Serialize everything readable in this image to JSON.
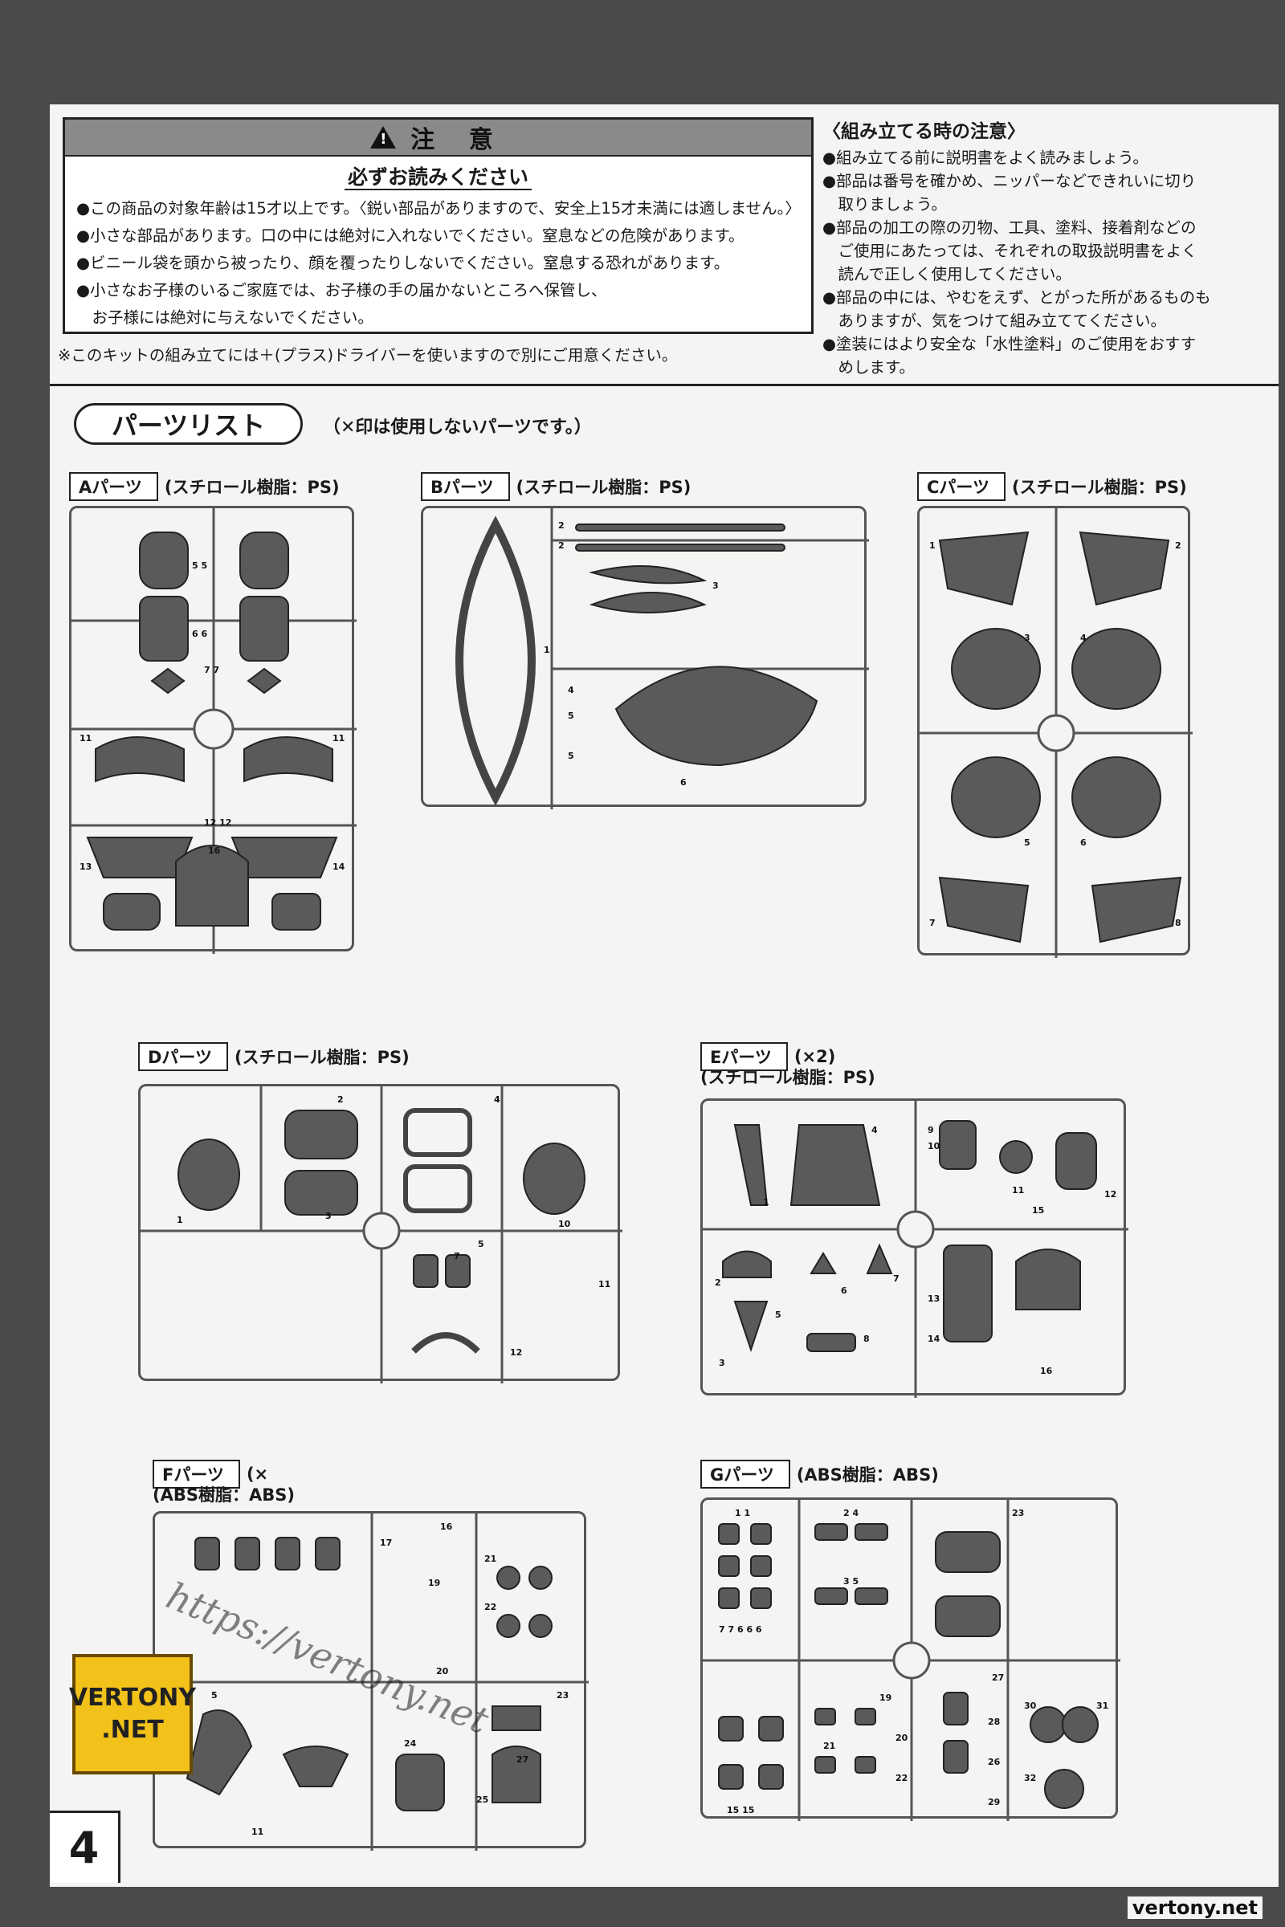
{
  "caution": {
    "title": "注 意",
    "subtitle": "必ずお読みください",
    "lines": [
      "●この商品の対象年齢は15才以上です。〈鋭い部品がありますので、安全上15才未満には適しません。〉",
      "●小さな部品があります。口の中には絶対に入れないでください。窒息などの危険があります。",
      "●ビニール袋を頭から被ったり、顔を覆ったりしないでください。窒息する恐れがあります。",
      "●小さなお子様のいるご家庭では、お子様の手の届かないところへ保管し、",
      "　お子様には絶対に与えないでください。"
    ],
    "driver_note": "※このキットの組み立てには＋(プラス)ドライバーを使いますので別にご用意ください。"
  },
  "assembly": {
    "title": "〈組み立てる時の注意〉",
    "lines": [
      "●組み立てる前に説明書をよく読みましょう。",
      "●部品は番号を確かめ、ニッパーなどできれいに切り",
      "　取りましょう。",
      "●部品の加工の際の刃物、工具、塗料、接着剤などの",
      "　ご使用にあたっては、それぞれの取扱説明書をよく",
      "　読んで正しく使用してください。",
      "●部品の中には、やむをえず、とがった所があるものも",
      "　ありますが、気をつけて組み立ててください。",
      "●塗装にはより安全な「水性塗料」のご使用をおすす",
      "　めします。"
    ]
  },
  "parts_list": {
    "title": "パーツリスト",
    "note": "（✕印は使用しないパーツです。）",
    "runners": [
      {
        "tag": "Aパーツ",
        "spec": "(スチロール樹脂：PS)"
      },
      {
        "tag": "Bパーツ",
        "spec": "(スチロール樹脂：PS)"
      },
      {
        "tag": "Cパーツ",
        "spec": "(スチロール樹脂：PS)"
      },
      {
        "tag": "Dパーツ",
        "spec": "(スチロール樹脂：PS)"
      },
      {
        "tag": "Eパーツ",
        "spec": "(×2)",
        "spec2": "(スチロール樹脂：PS)"
      },
      {
        "tag": "Fパーツ",
        "spec": "(×",
        "spec2": "(ABS樹脂：ABS)"
      },
      {
        "tag": "Gパーツ",
        "spec": "(ABS樹脂：ABS)"
      }
    ]
  },
  "page_number": "4",
  "footer_url": "vertony.net",
  "watermark": {
    "logo_line1": "VERTONY",
    "logo_line2": ".NET",
    "url": "https://vertony.net"
  },
  "colors": {
    "background": "#4a4a4a",
    "page": "#f4f4f2",
    "caution_header": "#8a8a8a",
    "part_fill": "#5a5a5a",
    "watermark_logo": "#f2c21a"
  }
}
